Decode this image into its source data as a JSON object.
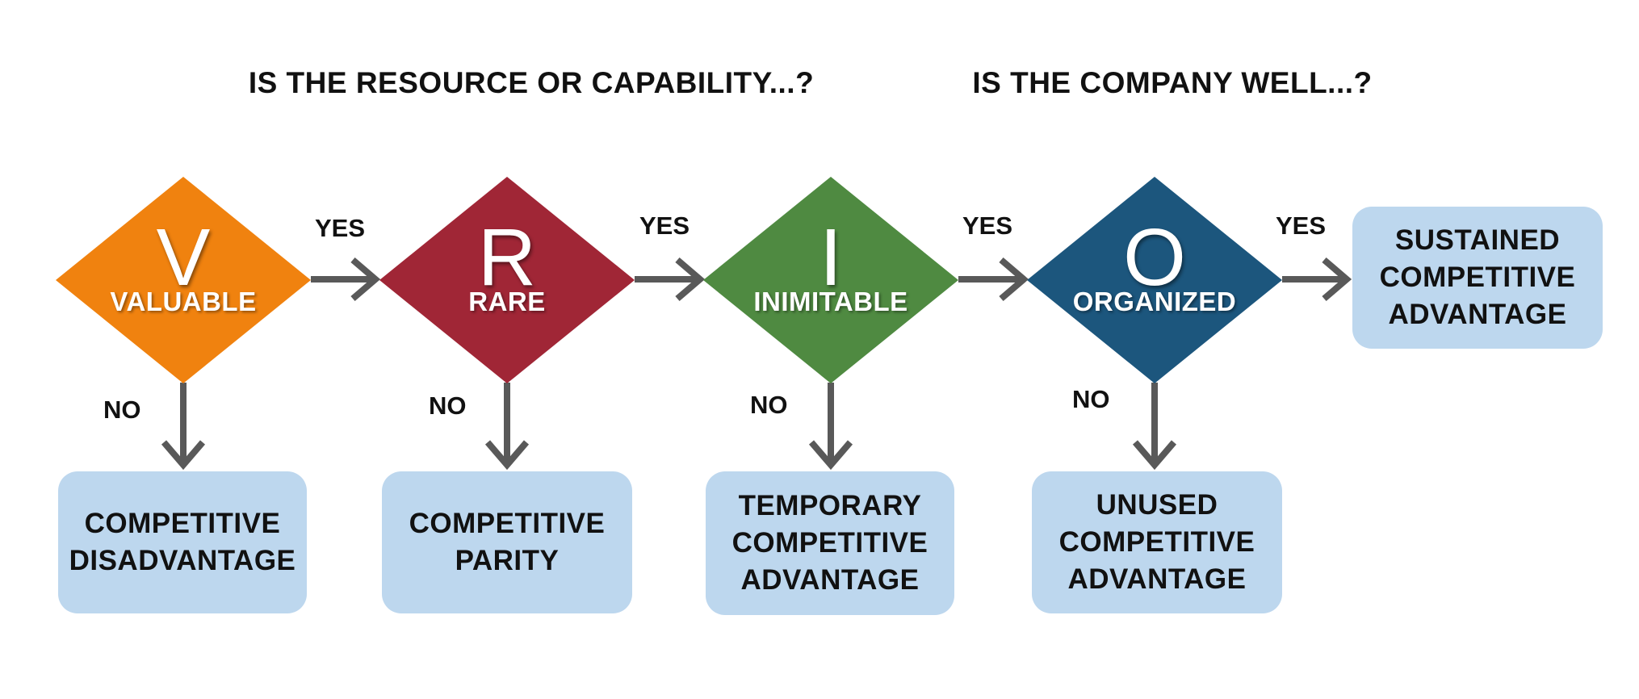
{
  "headings": {
    "resource": "IS THE RESOURCE OR CAPABILITY...?",
    "company": "IS THE COMPANY WELL...?"
  },
  "steps": [
    {
      "letter": "V",
      "word": "VALUABLE",
      "color": "#f0820f",
      "no_label": "NO",
      "yes_label": "YES",
      "outcome": [
        "COMPETITIVE",
        "DISADVANTAGE"
      ]
    },
    {
      "letter": "R",
      "word": "RARE",
      "color": "#a02636",
      "no_label": "NO",
      "yes_label": "YES",
      "outcome": [
        "COMPETITIVE",
        "PARITY"
      ]
    },
    {
      "letter": "I",
      "word": "INIMITABLE",
      "color": "#4f8a41",
      "no_label": "NO",
      "yes_label": "YES",
      "outcome": [
        "TEMPORARY",
        "COMPETITIVE",
        "ADVANTAGE"
      ]
    },
    {
      "letter": "O",
      "word": "ORGANIZED",
      "color": "#1c567d",
      "no_label": "NO",
      "yes_label": "YES",
      "outcome": [
        "UNUSED",
        "COMPETITIVE",
        "ADVANTAGE"
      ]
    }
  ],
  "final_outcome": [
    "SUSTAINED",
    "COMPETITIVE",
    "ADVANTAGE"
  ],
  "colors": {
    "arrow": "#595959",
    "outcome_box": "#bdd7ee"
  }
}
